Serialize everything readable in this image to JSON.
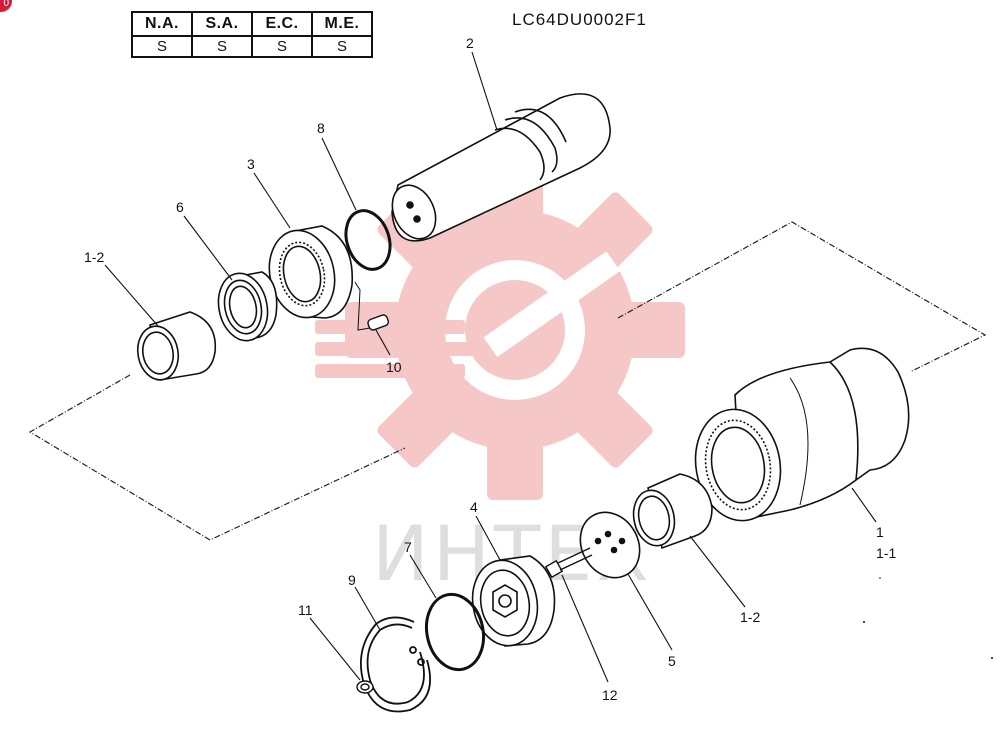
{
  "badge": "0",
  "spec_table": {
    "headers": [
      "N.A.",
      "S.A.",
      "E.C.",
      "M.E."
    ],
    "values": [
      "S",
      "S",
      "S",
      "S"
    ]
  },
  "drawing_code": "LC64DU0002F1",
  "watermark_text": "ИНТЕХ",
  "callouts": {
    "c1": "1",
    "c1_1": "1-1",
    "c1_2_left": "1-2",
    "c1_2_right": "1-2",
    "c2": "2",
    "c3": "3",
    "c4": "4",
    "c5": "5",
    "c6": "6",
    "c7": "7",
    "c8": "8",
    "c9": "9",
    "c10": "10",
    "c11": "11",
    "c12": "12"
  },
  "colors": {
    "line": "#111111",
    "watermark_red": "#e23a3a"
  }
}
